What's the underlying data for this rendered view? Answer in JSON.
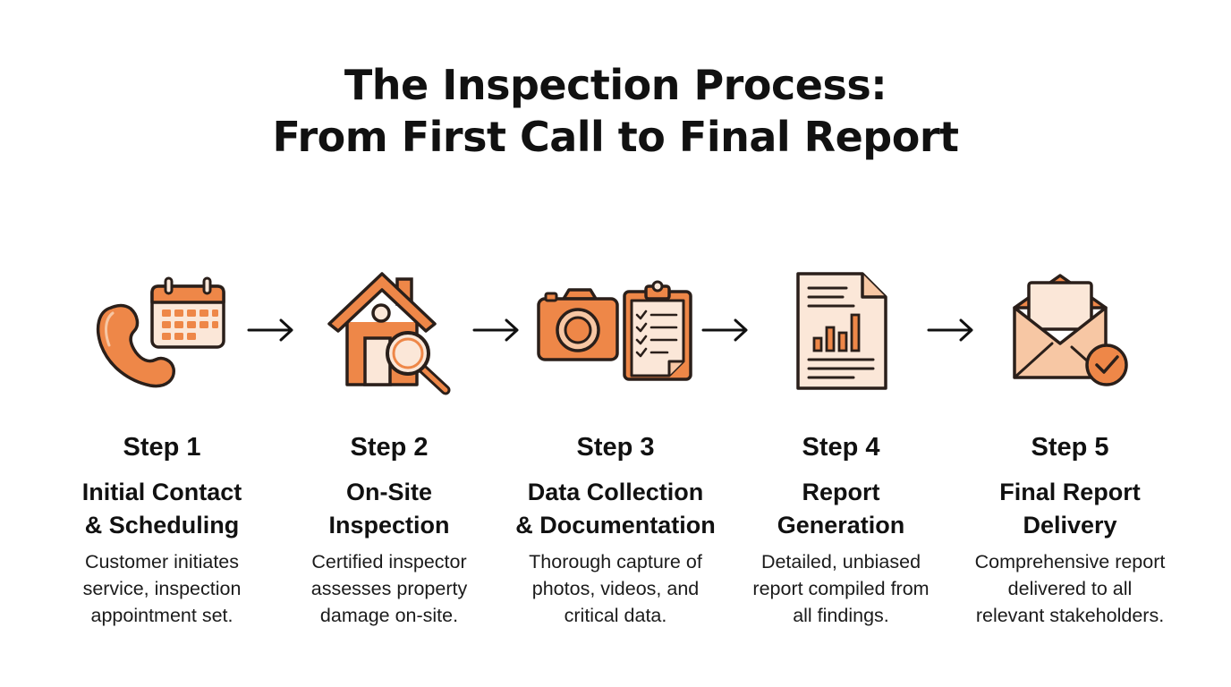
{
  "title": {
    "line1": "The Inspection Process:",
    "line2": "From First Call to Final Report"
  },
  "colors": {
    "accent": "#EE8748",
    "accent_light": "#F7C7A4",
    "pale": "#FBE7D8",
    "outline": "#2A1F1A",
    "text": "#111111"
  },
  "steps": [
    {
      "number": "Step 1",
      "title_line1": "Initial Contact",
      "title_line2": "& Scheduling",
      "desc_line1": "Customer initiates",
      "desc_line2": "service, inspection",
      "desc_line3": "appointment set.",
      "icons": [
        "phone-icon",
        "calendar-icon"
      ]
    },
    {
      "number": "Step 2",
      "title_line1": "On-Site",
      "title_line2": "Inspection",
      "desc_line1": "Certified inspector",
      "desc_line2": "assesses property",
      "desc_line3": "damage on-site.",
      "icons": [
        "house-icon",
        "magnifier-icon"
      ]
    },
    {
      "number": "Step 3",
      "title_line1": "Data Collection",
      "title_line2": "& Documentation",
      "desc_line1": "Thorough capture of",
      "desc_line2": "photos, videos, and",
      "desc_line3": "critical data.",
      "icons": [
        "camera-icon",
        "clipboard-checklist-icon"
      ]
    },
    {
      "number": "Step 4",
      "title_line1": "Report",
      "title_line2": "Generation",
      "desc_line1": "Detailed, unbiased",
      "desc_line2": "report compiled from",
      "desc_line3": "all findings.",
      "icons": [
        "report-chart-icon"
      ]
    },
    {
      "number": "Step 5",
      "title_line1": "Final Report",
      "title_line2": "Delivery",
      "desc_line1": "Comprehensive report",
      "desc_line2": "delivered to all",
      "desc_line3": "relevant stakeholders.",
      "icons": [
        "envelope-icon",
        "checkmark-icon"
      ]
    }
  ],
  "connectors": [
    "arrow-right-icon",
    "arrow-right-icon",
    "arrow-right-icon",
    "arrow-right-icon"
  ]
}
